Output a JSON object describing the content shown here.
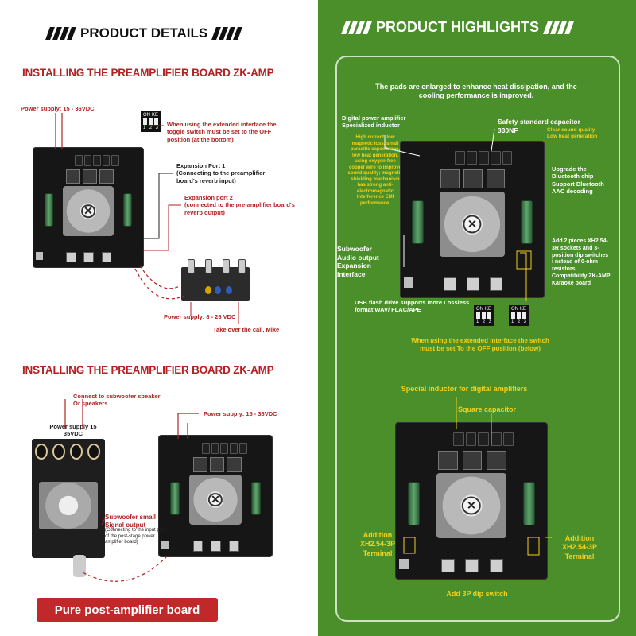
{
  "left": {
    "header": "PRODUCT DETAILS",
    "section1": {
      "title": "INSTALLING THE PREAMPLIFIER BOARD ZK-AMP",
      "power_supply": "Power supply: 15 - 36VDC",
      "dip_note": "When using the extended interface the toggle switch must be set to the OFF position (at the bottom)",
      "exp_port1": "Expansion Port 1\n(Connecting to the preamplifier board's reverb input)",
      "exp_port2": "Expansion port 2\n(connected to the pre-amplifier board's reverb output)",
      "pre_power": "Power supply: 8 - 26 VDC",
      "takeover": "Take over the call, Mike",
      "dip_on": "ON",
      "dip_ke": "KE",
      "dip_nums": [
        "1",
        "2",
        "3"
      ]
    },
    "section2": {
      "title": "INSTALLING THE PREAMPLIFIER BOARD ZK-AMP",
      "subwoofer_speaker": "Connect to subwoofer speaker\nOr speakers",
      "post_power": "Power supply 15\n35VDC",
      "power_supply": "Power supply: 15 - 36VDC",
      "sub_small": "Subwoofer small\nSignal output",
      "sub_small_note": "(Connecting to the input port of the post-stage power amplifier board)",
      "cta": "Pure post-amplifier board"
    }
  },
  "right": {
    "header": "PRODUCT HIGHLIGHTS",
    "pads": "The pads are enlarged to enhance heat dissipation, and the cooling performance is improved.",
    "dpa_title": "Digital power amplifier\nSpecialized inductor",
    "dpa_desc": "High current, low magnetic loss, small parasitic capacitance, low heat generation, using oxygen-free copper wire to improve sound quality; magnetic shielding mechanism has strong anti-electromagnetic interference EMI performance.",
    "safety_cap": "Safety standard capacitor\n330NF",
    "safety_cap_sub": "Clear sound quality\nLow heat generation",
    "bluetooth": "Upgrade the Bluetooth chip Support Bluetooth AAC decoding",
    "subwoofer_out": "Subwoofer\nAudio output\nExpansion\ninterface",
    "xh_sockets": "Add 2 pieces XH2.54-3R sockets and 3-position dip switches i nstead of 0-ohm resistors. Compatibility ZK-AMP Karaoke board",
    "usb": "USB flash drive supports more Lossless format WAV/ FLAC/APE",
    "dip_note": "When using the extended interface the switch must be set To the OFF position (below)",
    "special_inductor": "Special inductor for digital amplifiers",
    "square_cap": "Square capacitor",
    "addition_left": "Addition\nXH2.54-3P\nTerminal",
    "addition_right": "Addition\nXH2.54-3P\nTerminal",
    "add_dip": "Add 3P dip switch",
    "dip_on": "ON",
    "dip_ke": "KE",
    "dip_nums": [
      "1",
      "2",
      "3"
    ]
  },
  "colors": {
    "accent_red": "#b22222",
    "panel_green": "#4a8f2a",
    "highlight_yellow": "#f2d21b",
    "cta_red": "#c0282a"
  }
}
